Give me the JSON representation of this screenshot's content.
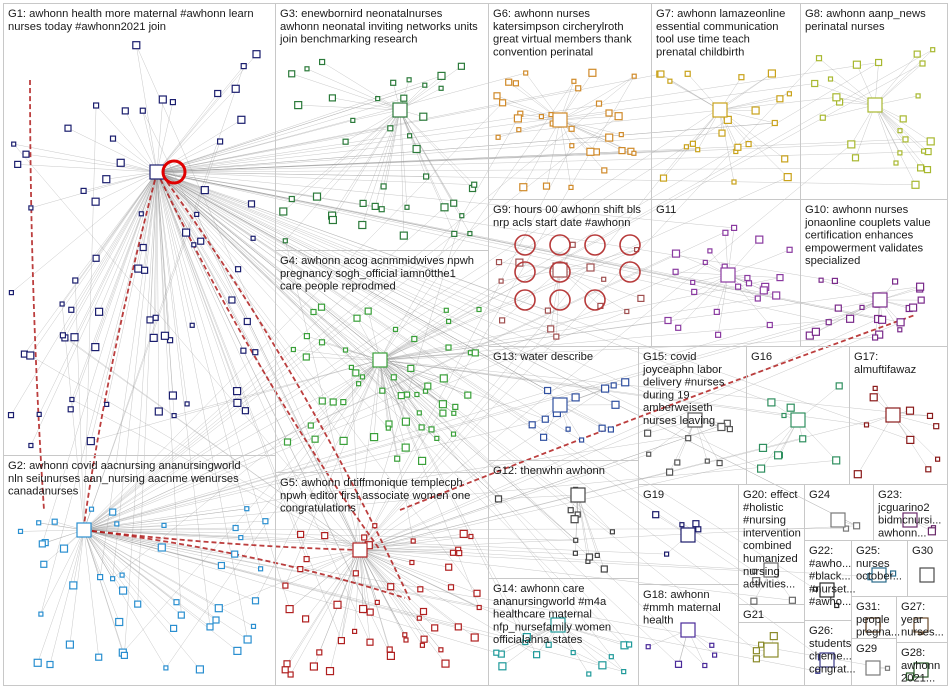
{
  "groups": [
    {
      "id": "G1",
      "lines": [
        "G1: awhonn health more maternal #awhonn learn",
        "nurses today #awhonn2021 join"
      ]
    },
    {
      "id": "G2",
      "lines": [
        "G2: awhonn covid aacnursing ananursingworld",
        "nln seiunurses aan_nursing aacnme wenurses",
        "canadanurses"
      ]
    },
    {
      "id": "G3",
      "lines": [
        "G3: enewbornird neonatalnurses",
        "awhonn neonatal inviting networks units",
        "join benchmarking research"
      ]
    },
    {
      "id": "G4",
      "lines": [
        "G4: awhonn acog acnmmidwives npwh",
        "pregnancy sogh_official iamn0tthe1",
        "care people reprodmed"
      ]
    },
    {
      "id": "G5",
      "lines": [
        "G5: awhonn drtiffmonique templecph",
        "npwh editor first associate women one",
        "congratulations"
      ]
    },
    {
      "id": "G6",
      "lines": [
        "G6: awhonn nurses",
        "katersimpson circherylroth",
        "great virtual members thank",
        "convention perinatal"
      ]
    },
    {
      "id": "G7",
      "lines": [
        "G7: awhonn lamazeonline",
        "essential communication",
        "tool use time teach",
        "prenatal childbirth"
      ]
    },
    {
      "id": "G8",
      "lines": [
        "G8: awhonn aanp_news",
        "perinatal nurses"
      ]
    },
    {
      "id": "G9",
      "lines": [
        "G9: hours 00 awhonn shift bls",
        "nrp acls start date #awhonn"
      ]
    },
    {
      "id": "G10",
      "lines": [
        "G10: awhonn nurses",
        "jonaonline couplets value",
        "certification enhances",
        "empowerment validates",
        "specialized"
      ]
    },
    {
      "id": "G11",
      "lines": [
        "G11"
      ]
    },
    {
      "id": "G12",
      "lines": [
        "G12: thenwhn awhonn"
      ]
    },
    {
      "id": "G13",
      "lines": [
        "G13: water describe"
      ]
    },
    {
      "id": "G14",
      "lines": [
        "G14: awhonn care",
        "ananursingworld #m4a",
        "healthcare maternal",
        "nfp_nursefamily women",
        "officialahna states"
      ]
    },
    {
      "id": "G15",
      "lines": [
        "G15: covid",
        "joyceaphn labor",
        "delivery #nurses",
        "during 19",
        "amberweiseth",
        "nurses leaving"
      ]
    },
    {
      "id": "G16",
      "lines": [
        "G16"
      ]
    },
    {
      "id": "G17",
      "lines": [
        "G17:",
        "almuftifawaz"
      ]
    },
    {
      "id": "G18",
      "lines": [
        "G18: awhonn",
        "#mmh maternal",
        "health"
      ]
    },
    {
      "id": "G19",
      "lines": [
        "G19"
      ]
    },
    {
      "id": "G20",
      "lines": [
        "G20: effect",
        "#holistic",
        "#nursing",
        "intervention",
        "combined",
        "humanized",
        "nursing",
        "activities..."
      ]
    },
    {
      "id": "G21",
      "lines": [
        "G21"
      ]
    },
    {
      "id": "G22",
      "lines": [
        "G22:",
        "#awho...",
        "#black...",
        "#nurset...",
        "#awho..."
      ]
    },
    {
      "id": "G23",
      "lines": [
        "G23:",
        "jcguarino2",
        "bidmcnursi...",
        "awhonn..."
      ]
    },
    {
      "id": "G24",
      "lines": [
        "G24"
      ]
    },
    {
      "id": "G25",
      "lines": [
        "G25:",
        "nurses",
        "october..."
      ]
    },
    {
      "id": "G26",
      "lines": [
        "G26:",
        "students",
        "cheme...",
        "congrat..."
      ]
    },
    {
      "id": "G27",
      "lines": [
        "G27:",
        "year",
        "nurses..."
      ]
    },
    {
      "id": "G28",
      "lines": [
        "G28:",
        "awhonn",
        "2021..."
      ]
    },
    {
      "id": "G29",
      "lines": [
        "G29"
      ]
    },
    {
      "id": "G30",
      "lines": [
        "G30"
      ]
    },
    {
      "id": "G31",
      "lines": [
        "G31:",
        "people",
        "pregna..."
      ]
    }
  ],
  "colors": {
    "G1": "#1b1e6e",
    "G2": "#2a8fd0",
    "G3": "#2b7a3a",
    "G4": "#3aa03a",
    "G5": "#b02020",
    "G6": "#d08a2a",
    "G7": "#c9a21a",
    "G8": "#a8b830",
    "G9": "#a05050",
    "G10": "#7a2a8a",
    "G11": "#8a3aa0",
    "G12": "#444444",
    "G13": "#3050a0",
    "G14": "#1f9a9a",
    "G15": "#555555",
    "G16": "#2f8f5f",
    "G17": "#8a1a1a",
    "G18": "#4a2a9a",
    "G19": "#1a1a6a",
    "G20": "#6a6a6a",
    "G21": "#8a8a2a",
    "G22": "#2a2a2a",
    "G23": "#6a2a6a",
    "G24": "#777777",
    "G25": "#2a6a8a",
    "G26": "#3a3a8a",
    "G27": "#6a4a2a",
    "G28": "#2a5a2a",
    "G29": "#7a7a7a",
    "G30": "#4a4a4a",
    "G31": "#5a3a1a",
    "edge": "#9a9a9a",
    "edge_highlight": "#b01c1c"
  }
}
